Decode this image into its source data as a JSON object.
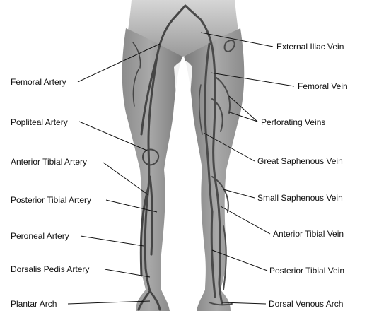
{
  "labels": {
    "left": [
      "Femoral Artery",
      "Popliteal Artery",
      "Anterior Tibial Artery",
      "Posterior Tibial Artery",
      "Peroneal Artery",
      "Dorsalis Pedis Artery",
      "Plantar Arch"
    ],
    "right": [
      "External Iliac Vein",
      "Femoral Vein",
      "Perforating Veins",
      "Great Saphenous Vein",
      "Small Saphenous Vein",
      "Anterior Tibial Vein",
      "Posterior Tibial Vein",
      "Dorsal Venous Arch"
    ]
  },
  "colors": {
    "skin_light": "#c9c9c9",
    "skin_mid": "#9a9a9a",
    "skin_dark": "#6e6e6e",
    "vessel": "#4a4a4a",
    "leader_line": "#111111"
  }
}
